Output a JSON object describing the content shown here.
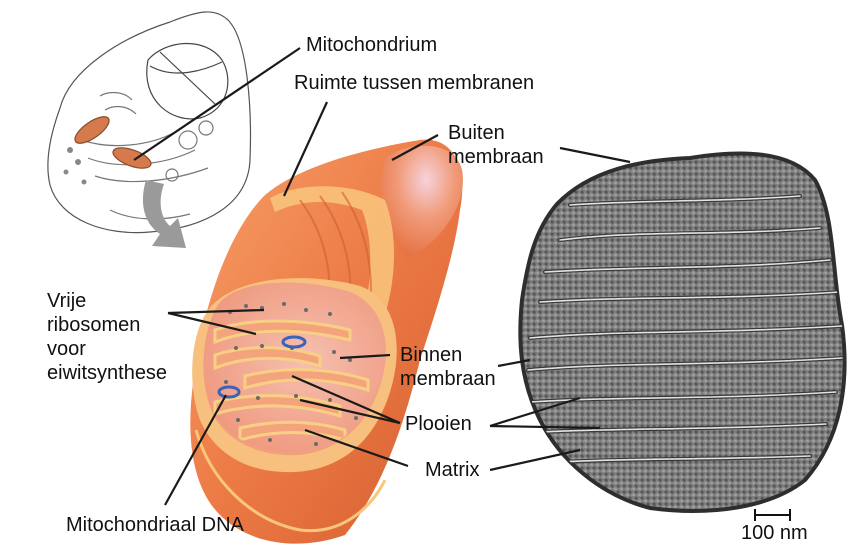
{
  "labels": {
    "mitochondrion": "Mitochondrium",
    "intermembrane_space": "Ruimte tussen membranen",
    "outer_membrane": "Buiten\nmembraan",
    "free_ribosomes": "Vrije\nribosomen\nvoor\neiwitsynthese",
    "inner_membrane": "Binnen\nmembraan",
    "cristae": "Plooien",
    "matrix": "Matrix",
    "mitochondrial_dna": "Mitochondriaal DNA",
    "scale_bar": "100 nm"
  },
  "colors": {
    "mito_outer": "#ec7a45",
    "mito_light": "#f7b28a",
    "mito_dark": "#c6522a",
    "membrane_edge": "#f6c77a",
    "matrix_fill": "#f0a586",
    "dna_blue": "#3a62b8",
    "micrograph_gray": "#8a8a8a",
    "leader_line": "#1a1a1a"
  }
}
